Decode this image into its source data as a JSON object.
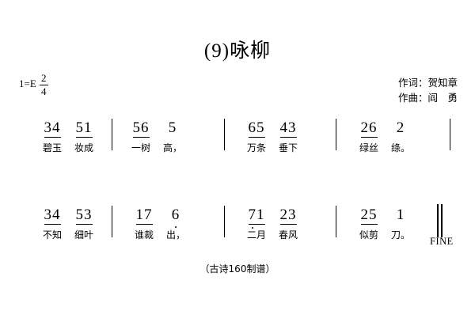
{
  "sheet": {
    "title": "(9)咏柳",
    "key_signature": "1=E",
    "meter": {
      "numerator": "2",
      "denominator": "4"
    },
    "credits": {
      "lyricist": "作词：贺知章",
      "composer": "作曲：阎　勇"
    },
    "ending_mark": "FINE",
    "footer": "（古诗160制谱）",
    "systems": [
      {
        "measures": [
          {
            "beats": [
              {
                "note": "34",
                "beam": true,
                "lyric": "碧玉",
                "octave": "mid"
              },
              {
                "note": "51",
                "beam": true,
                "lyric": "妆成",
                "octave": "mid"
              }
            ]
          },
          {
            "beats": [
              {
                "note": "56",
                "beam": true,
                "lyric": "一树",
                "octave": "mid"
              },
              {
                "note": "5",
                "beam": false,
                "lyric": "高，",
                "octave": "mid"
              }
            ]
          },
          {
            "beats": [
              {
                "note": "65",
                "beam": true,
                "lyric": "万条",
                "octave": "mid"
              },
              {
                "note": "43",
                "beam": true,
                "lyric": "垂下",
                "octave": "mid"
              }
            ]
          },
          {
            "beats": [
              {
                "note": "26",
                "beam": true,
                "lyric": "绿丝",
                "octave": "mid"
              },
              {
                "note": "2",
                "beam": false,
                "lyric": "绦。",
                "octave": "mid"
              }
            ]
          }
        ]
      },
      {
        "measures": [
          {
            "beats": [
              {
                "note": "34",
                "beam": true,
                "lyric": "不知",
                "octave": "mid"
              },
              {
                "note": "53",
                "beam": true,
                "lyric": "细叶",
                "octave": "mid"
              }
            ]
          },
          {
            "beats": [
              {
                "note": "17",
                "beam": true,
                "lyric": "谁裁",
                "octave": "mid"
              },
              {
                "note": "6",
                "beam": false,
                "lyric": "出，",
                "octave": "low"
              }
            ]
          },
          {
            "beats": [
              {
                "note": "71",
                "beam": true,
                "lyric": "二月",
                "octave": "low"
              },
              {
                "note": "23",
                "beam": true,
                "lyric": "春风",
                "octave": "mid"
              }
            ]
          },
          {
            "beats": [
              {
                "note": "25",
                "beam": true,
                "lyric": "似剪",
                "octave": "mid"
              },
              {
                "note": "1",
                "beam": false,
                "lyric": "刀。",
                "octave": "mid"
              }
            ]
          }
        ]
      }
    ]
  }
}
